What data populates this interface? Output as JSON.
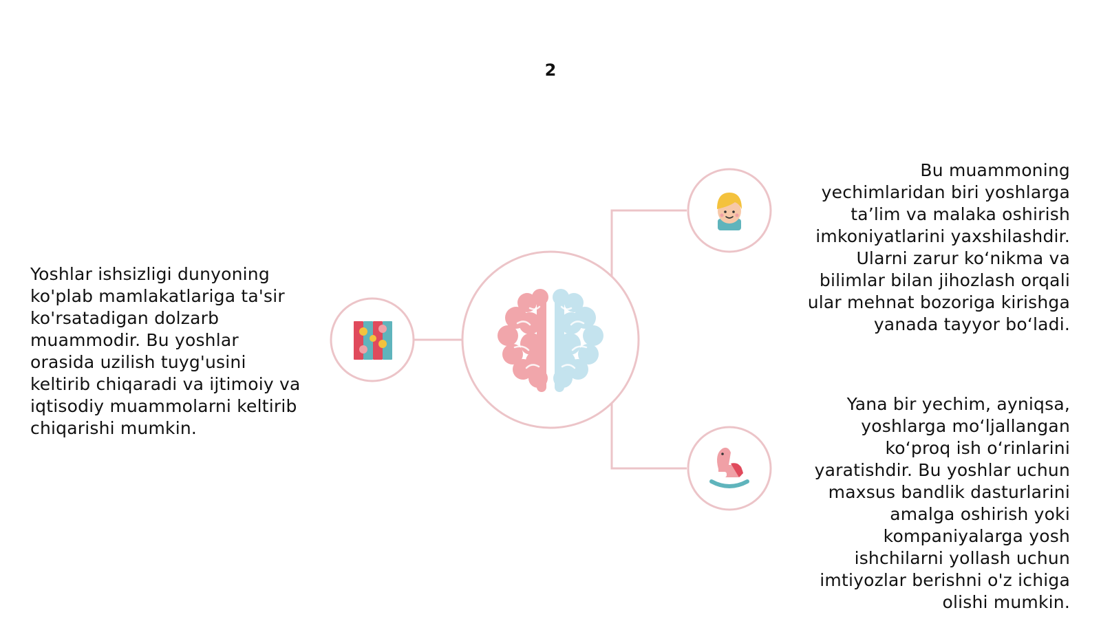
{
  "slide": {
    "number": "2"
  },
  "colors": {
    "accent_pink": "#ecc4c8",
    "brain_pink": "#ef9aa0",
    "brain_blue": "#bfe1ec",
    "teal": "#5fb4bc",
    "red": "#e04a5c",
    "yellow": "#f4c23d"
  },
  "diagram": {
    "center_icon": "brain-icon",
    "left_icon": "puzzle-icon",
    "right_top_icon": "child-face-icon",
    "right_bottom_icon": "rocking-horse-icon"
  },
  "texts": {
    "left": "Yoshlar ishsizligi dunyoning ko'plab mamlakatlariga ta'sir ko'rsatadigan dolzarb muammodir. Bu yoshlar orasida uzilish tuyg'usini keltirib chiqaradi va ijtimoiy va iqtisodiy muammolarni keltirib chiqarishi mumkin.",
    "right_top": "Bu muammoning yechimlaridan biri yoshlarga ta’lim va malaka oshirish imkoniyatlarini yaxshilashdir. Ularni zarur koʻnikma va bilimlar bilan jihozlash orqali ular mehnat bozoriga kirishga yanada tayyor boʻladi.",
    "right_bottom": "Yana bir yechim, ayniqsa, yoshlarga moʻljallangan koʻproq ish oʻrinlarini yaratishdir. Bu yoshlar uchun maxsus bandlik dasturlarini amalga oshirish yoki kompaniyalarga yosh ishchilarni yollash uchun imtiyozlar berishni o'z ichiga olishi mumkin."
  }
}
